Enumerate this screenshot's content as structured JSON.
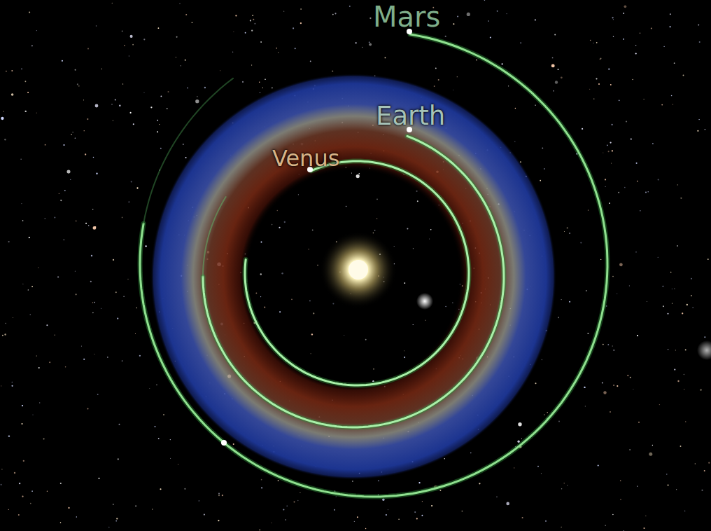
{
  "diagram": {
    "labels": [
      "Mars",
      "Earth",
      "Venus"
    ]
  }
}
